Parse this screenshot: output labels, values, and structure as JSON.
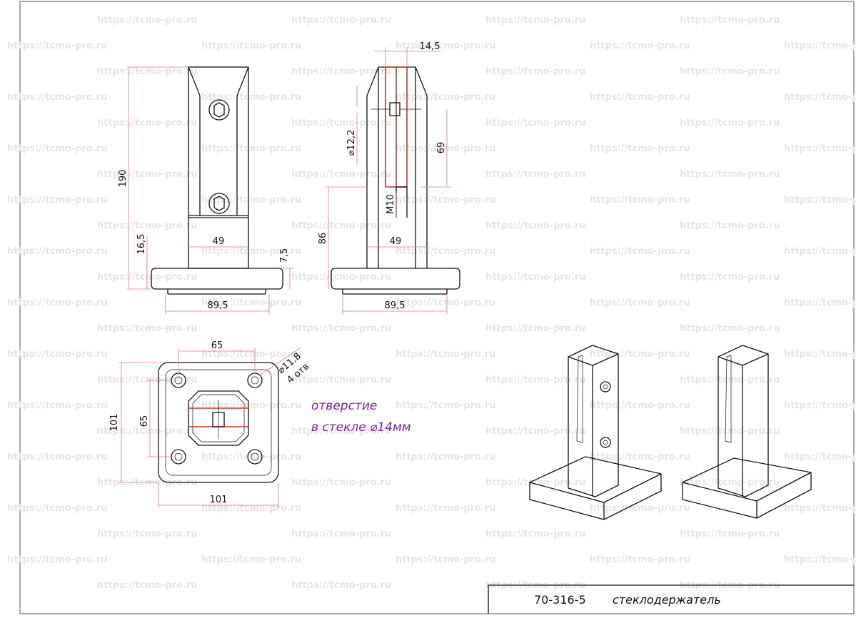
{
  "watermark": {
    "text": "https://tcmo-pro.ru"
  },
  "dimensions": {
    "front_height": "190",
    "front_base_thickness": "16,5",
    "front_width": "49",
    "front_plate_thickness": "7,5",
    "front_base_width": "89,5",
    "side_gap": "14,5",
    "side_bolt_dia": "⌀12,2",
    "side_slot_depth": "69",
    "side_thread": "M10",
    "side_stem_height": "86",
    "side_width": "49",
    "side_base_width": "89,5",
    "plan_hole_spacing_x": "65",
    "plan_hole_dia": "⌀11,8",
    "plan_hole_count": "4 отв",
    "plan_hole_spacing_y": "65",
    "plan_size_y": "101",
    "plan_size_x": "101"
  },
  "note": {
    "line1": "отверстие",
    "line2": "в стекле  ⌀14мм"
  },
  "title_block": {
    "code": "70-316-5",
    "name": "стеклодержатель"
  }
}
